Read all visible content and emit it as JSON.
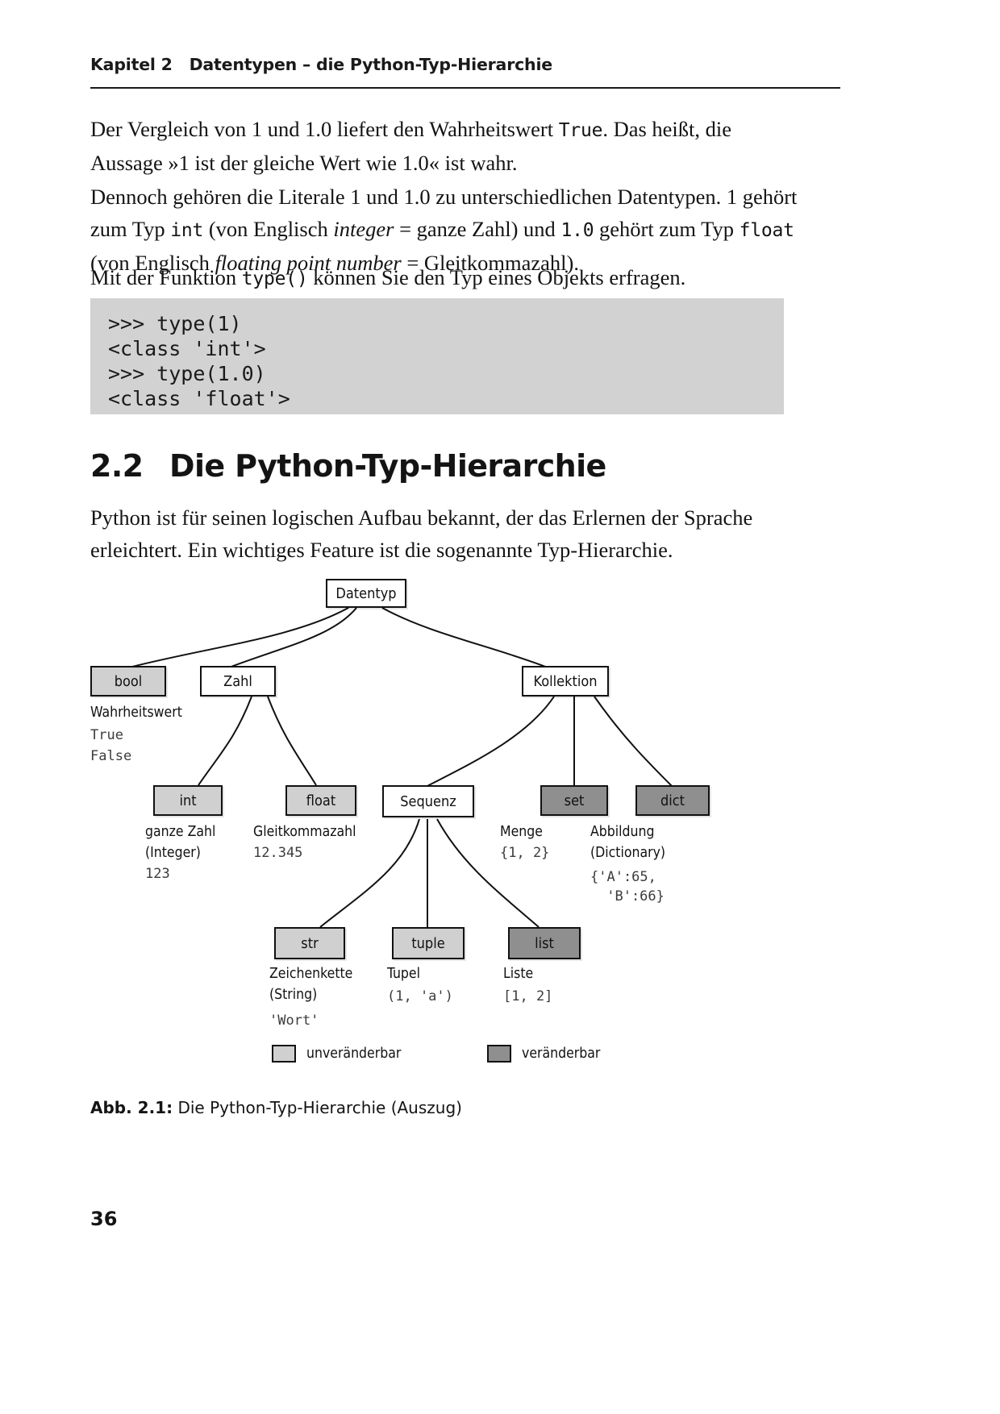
{
  "header": {
    "chapter_label": "Kapitel 2",
    "chapter_title": "Datentypen – die Python-Typ-Hierarchie"
  },
  "paragraphs": {
    "p1_a": "Der Vergleich von 1 und 1.0 liefert den Wahrheitswert ",
    "p1_code": "True",
    "p1_b": ". Das heißt, die Aussage »1 ist der gleiche Wert wie 1.0« ist wahr.",
    "p2_a": "Dennoch gehören die Literale 1 und 1.0 zu unterschiedlichen Datentypen. 1 gehört zum Typ ",
    "p2_code1": "int",
    "p2_b": " (von Englisch ",
    "p2_ital1": "integer",
    "p2_c": " = ganze Zahl) und ",
    "p2_code2": "1.0",
    "p2_d": " gehört zum Typ ",
    "p2_code3": "float",
    "p2_e": " (von Englisch ",
    "p2_ital2": "floating point number",
    "p2_f": " = Gleitkommazahl).",
    "p3_a": "Mit der Funktion ",
    "p3_code": "type()",
    "p3_b": " können Sie den Typ eines Objekts erfragen.",
    "p4": "Python ist für seinen logischen Aufbau bekannt, der das Erlernen der Sprache erleichtert. Ein wichtiges Feature ist die sogenannte Typ-Hierarchie."
  },
  "code_block": {
    "lines": [
      ">>> type(1)",
      "<class 'int'>",
      ">>> type(1.0)",
      "<class 'float'>"
    ],
    "background": "#d2d2d2"
  },
  "heading": {
    "number": "2.2",
    "title": "Die Python-Typ-Hierarchie"
  },
  "figure": {
    "caption_label": "Abb. 2.1:",
    "caption_text": " Die Python-Typ-Hierarchie (Auszug)",
    "colors": {
      "white": "#ffffff",
      "light_gray": "#d0d0d0",
      "dark_gray": "#8f8f8f",
      "stroke": "#111111"
    },
    "nodes": {
      "datentyp": "Datentyp",
      "bool": "bool",
      "zahl": "Zahl",
      "kollektion": "Kollektion",
      "int": "int",
      "float": "float",
      "sequenz": "Sequenz",
      "set": "set",
      "dict": "dict",
      "str": "str",
      "tuple": "tuple",
      "list": "list"
    },
    "annotations": {
      "bool_title": "Wahrheitswert",
      "bool_val1": "True",
      "bool_val2": "False",
      "int_title": "ganze Zahl",
      "int_sub": "(Integer)",
      "int_val": "123",
      "float_title": "Gleitkommazahl",
      "float_val": "12.345",
      "set_title": "Menge",
      "set_val": "{1, 2}",
      "dict_title": "Abbildung",
      "dict_sub": "(Dictionary)",
      "dict_val1": "{'A':65,",
      "dict_val2": " 'B':66}",
      "str_title": "Zeichenkette",
      "str_sub": "(String)",
      "str_val": "'Wort'",
      "tuple_title": "Tupel",
      "tuple_val": "(1, 'a')",
      "list_title": "Liste",
      "list_val": "[1, 2]"
    },
    "legend": {
      "immutable_label": "unveränderbar",
      "mutable_label": "veränderbar"
    }
  },
  "folio": {
    "page_number": "36"
  }
}
